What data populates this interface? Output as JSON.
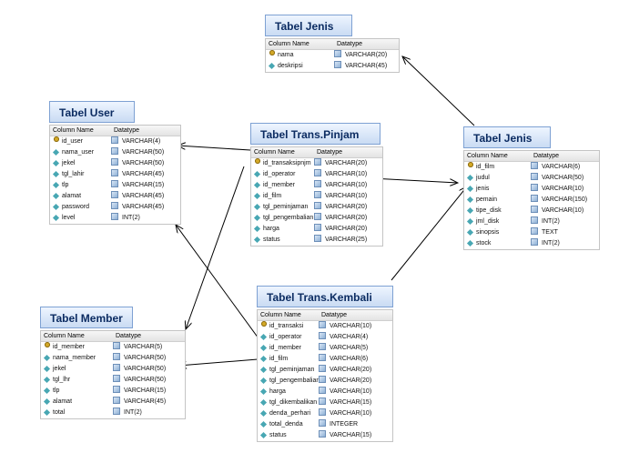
{
  "header": {
    "column_name": "Column Name",
    "datatype": "Datatype"
  },
  "tables": {
    "jenis_top": {
      "title": "Tabel Jenis",
      "rows": [
        {
          "name": "nama",
          "type": "VARCHAR(20)",
          "icon": "key-icon"
        },
        {
          "name": "deskripsi",
          "type": "VARCHAR(45)",
          "icon": "column-icon"
        }
      ]
    },
    "user": {
      "title": "Tabel User",
      "rows": [
        {
          "name": "id_user",
          "type": "VARCHAR(4)",
          "icon": "key-icon"
        },
        {
          "name": "nama_user",
          "type": "VARCHAR(50)",
          "icon": "column-icon"
        },
        {
          "name": "jekel",
          "type": "VARCHAR(50)",
          "icon": "column-icon"
        },
        {
          "name": "tgl_lahir",
          "type": "VARCHAR(45)",
          "icon": "column-icon"
        },
        {
          "name": "tlp",
          "type": "VARCHAR(15)",
          "icon": "column-icon"
        },
        {
          "name": "alamat",
          "type": "VARCHAR(45)",
          "icon": "column-icon"
        },
        {
          "name": "password",
          "type": "VARCHAR(45)",
          "icon": "column-icon"
        },
        {
          "name": "level",
          "type": "INT(2)",
          "icon": "column-icon"
        }
      ]
    },
    "pinjam": {
      "title": "Tabel Trans.Pinjam",
      "rows": [
        {
          "name": "id_transaksipnjm",
          "type": "VARCHAR(20)",
          "icon": "key-icon"
        },
        {
          "name": "id_operator",
          "type": "VARCHAR(10)",
          "icon": "column-icon"
        },
        {
          "name": "id_member",
          "type": "VARCHAR(10)",
          "icon": "column-icon"
        },
        {
          "name": "id_film",
          "type": "VARCHAR(10)",
          "icon": "column-icon"
        },
        {
          "name": "tgl_peminjaman",
          "type": "VARCHAR(20)",
          "icon": "column-icon"
        },
        {
          "name": "tgl_pengembalian",
          "type": "VARCHAR(20)",
          "icon": "column-icon"
        },
        {
          "name": "harga",
          "type": "VARCHAR(20)",
          "icon": "column-icon"
        },
        {
          "name": "status",
          "type": "VARCHAR(25)",
          "icon": "column-icon"
        }
      ]
    },
    "jenis_right": {
      "title": "Tabel Jenis",
      "rows": [
        {
          "name": "id_film",
          "type": "VARCHAR(6)",
          "icon": "key-icon"
        },
        {
          "name": "judul",
          "type": "VARCHAR(50)",
          "icon": "column-icon"
        },
        {
          "name": "jenis",
          "type": "VARCHAR(10)",
          "icon": "column-icon"
        },
        {
          "name": "pemain",
          "type": "VARCHAR(150)",
          "icon": "column-icon"
        },
        {
          "name": "tipe_disk",
          "type": "VARCHAR(10)",
          "icon": "column-icon"
        },
        {
          "name": "jml_disk",
          "type": "INT(2)",
          "icon": "column-icon"
        },
        {
          "name": "sinopsis",
          "type": "TEXT",
          "icon": "column-icon"
        },
        {
          "name": "stock",
          "type": "INT(2)",
          "icon": "column-icon"
        }
      ]
    },
    "member": {
      "title": "Tabel Member",
      "rows": [
        {
          "name": "id_member",
          "type": "VARCHAR(5)",
          "icon": "key-icon"
        },
        {
          "name": "nama_member",
          "type": "VARCHAR(50)",
          "icon": "column-icon"
        },
        {
          "name": "jekel",
          "type": "VARCHAR(50)",
          "icon": "column-icon"
        },
        {
          "name": "tgl_lhr",
          "type": "VARCHAR(50)",
          "icon": "column-icon"
        },
        {
          "name": "tlp",
          "type": "VARCHAR(15)",
          "icon": "column-icon"
        },
        {
          "name": "alamat",
          "type": "VARCHAR(45)",
          "icon": "column-icon"
        },
        {
          "name": "total",
          "type": "INT(2)",
          "icon": "column-icon"
        }
      ]
    },
    "kembali": {
      "title": "Tabel Trans.Kembali",
      "rows": [
        {
          "name": "id_transaksi",
          "type": "VARCHAR(10)",
          "icon": "key-icon"
        },
        {
          "name": "id_operator",
          "type": "VARCHAR(4)",
          "icon": "column-icon"
        },
        {
          "name": "id_member",
          "type": "VARCHAR(5)",
          "icon": "column-icon"
        },
        {
          "name": "id_film",
          "type": "VARCHAR(6)",
          "icon": "column-icon"
        },
        {
          "name": "tgl_peminjaman",
          "type": "VARCHAR(20)",
          "icon": "column-icon"
        },
        {
          "name": "tgl_pengembalian",
          "type": "VARCHAR(20)",
          "icon": "column-icon"
        },
        {
          "name": "harga",
          "type": "VARCHAR(10)",
          "icon": "column-icon"
        },
        {
          "name": "tgl_dikembalikan",
          "type": "VARCHAR(15)",
          "icon": "column-icon"
        },
        {
          "name": "denda_perhari",
          "type": "VARCHAR(10)",
          "icon": "column-icon"
        },
        {
          "name": "total_denda",
          "type": "INTEGER",
          "icon": "column-icon"
        },
        {
          "name": "status",
          "type": "VARCHAR(15)",
          "icon": "column-icon"
        }
      ]
    }
  },
  "colors": {
    "title_text": "#0c2c62",
    "title_border": "#7ea1d3",
    "connector": "#000000"
  }
}
